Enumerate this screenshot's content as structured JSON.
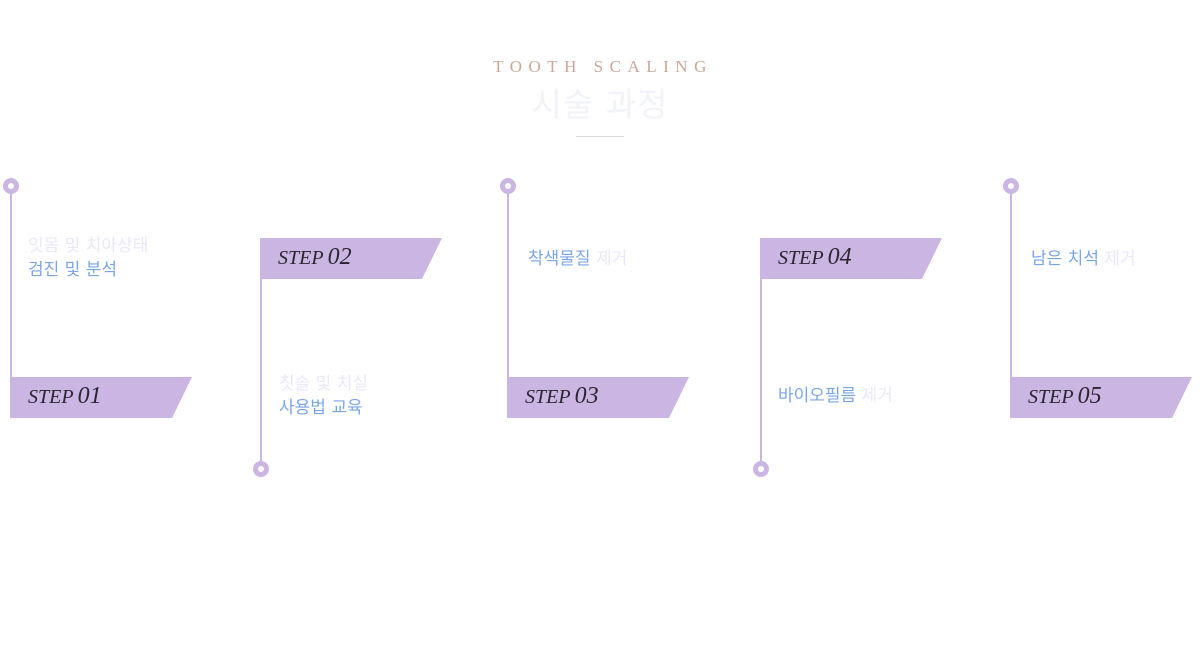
{
  "header": {
    "eyebrow": "TOOTH SCALING",
    "title": "시술 과정"
  },
  "colors": {
    "accent_purple": "#cbb6e3",
    "text_blue": "#7ba6e6",
    "text_light": "#e8e8fa",
    "eyebrow": "#c9a899"
  },
  "steps": [
    {
      "word": "STEP",
      "number": "01",
      "line1": "잇몸 및 치아상태",
      "line2": "검진 및 분석"
    },
    {
      "word": "STEP",
      "number": "02",
      "line1": "칫솔 및 치실",
      "line2": "사용법 교육"
    },
    {
      "word": "STEP",
      "number": "03",
      "highlight": "착색물질",
      "rest": "제거"
    },
    {
      "word": "STEP",
      "number": "04",
      "highlight": "바이오필름",
      "rest": "제거"
    },
    {
      "word": "STEP",
      "number": "05",
      "highlight": "남은 치석",
      "rest": "제거"
    }
  ]
}
